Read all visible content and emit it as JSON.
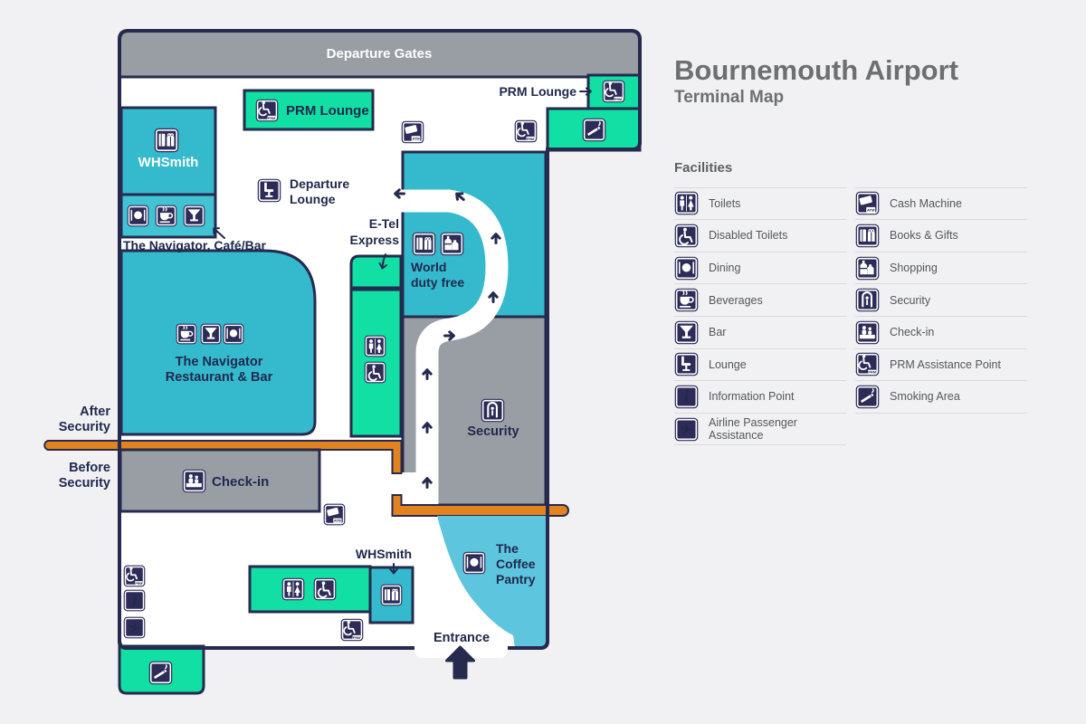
{
  "header": {
    "title": "Bournemouth Airport",
    "subtitle": "Terminal Map"
  },
  "colors": {
    "teal": "#35bacd",
    "teal_light": "#41c3d4",
    "green": "#12dfa3",
    "gray": "#999ea5",
    "orange": "#e2831f",
    "navy_border": "#252a4e",
    "icon_navy": "#2d2c58",
    "coffee_blue": "#5ec5df",
    "page_bg": "#f1f1f3",
    "title_gray": "#6d6f71",
    "legend_label_gray": "#55575a"
  },
  "legend": {
    "heading": "Facilities",
    "col1": [
      {
        "icon": "toilets-icon",
        "label": "Toilets"
      },
      {
        "icon": "disabled-toilets-icon",
        "label": "Disabled Toilets"
      },
      {
        "icon": "dining-icon",
        "label": "Dining"
      },
      {
        "icon": "beverages-icon",
        "label": "Beverages"
      },
      {
        "icon": "bar-icon",
        "label": "Bar"
      },
      {
        "icon": "lounge-icon",
        "label": "Lounge"
      },
      {
        "icon": "information-point-icon",
        "label": "Information Point"
      },
      {
        "icon": "airline-passenger-assistance-icon",
        "label": "Airline Passenger Assistance"
      }
    ],
    "col2": [
      {
        "icon": "cash-machine-icon",
        "label": "Cash Machine"
      },
      {
        "icon": "books-gifts-icon",
        "label": "Books & Gifts"
      },
      {
        "icon": "shopping-icon",
        "label": "Shopping"
      },
      {
        "icon": "security-icon",
        "label": "Security"
      },
      {
        "icon": "check-in-icon",
        "label": "Check-in"
      },
      {
        "icon": "prm-assistance-icon",
        "label": "PRM Assistance Point"
      },
      {
        "icon": "smoking-area-icon",
        "label": "Smoking Area"
      }
    ]
  },
  "map": {
    "labels": {
      "departure_gates": "Departure Gates",
      "prm_lounge_box": "PRM Lounge",
      "prm_lounge_pointer": "PRM Lounge",
      "whsmith_top": "WHSmith",
      "navigator_cafe": "The Navigator, Café/Bar",
      "departure_lounge": [
        "Departure",
        "Lounge"
      ],
      "etel_express": [
        "E-Tel",
        "Express"
      ],
      "world_duty_free": [
        "World",
        "duty free"
      ],
      "navigator_restaurant": [
        "The Navigator",
        "Restaurant & Bar"
      ],
      "after_security": [
        "After",
        "Security"
      ],
      "before_security": [
        "Before",
        "Security"
      ],
      "check_in": "Check-in",
      "security": "Security",
      "whsmith_bottom": "WHSmith",
      "coffee_pantry": [
        "The",
        "Coffee",
        "Pantry"
      ],
      "entrance": "Entrance"
    }
  }
}
